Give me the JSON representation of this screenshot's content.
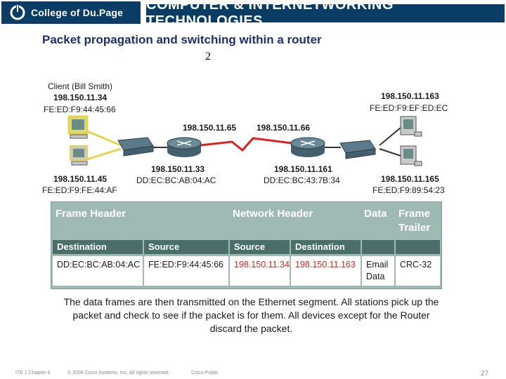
{
  "header": {
    "college_logo": "College of Du.Page",
    "program_banner": "COMPUTER & INTERNETWORKING TECHNOLOGIES"
  },
  "slide": {
    "title": "Packet propagation and switching within a router",
    "subtitle": "2"
  },
  "diagram": {
    "client_label": "Client (Bill Smith)",
    "client_ip": "198.150.11.34",
    "client_mac": "FE:ED:F9:44:45:66",
    "host2_ip": "198.150.11.45",
    "host2_mac": "FE:ED:F9:FE:44:AF",
    "router1_serial_ip": "198.150.11.65",
    "router2_serial_ip": "198.150.11.66",
    "router1_eth_ip": "198.150.11.33",
    "router1_eth_mac": "DD:EC:BC:AB:04:AC",
    "router2_eth_ip": "198.150.11.161",
    "router2_eth_mac": "DD:EC:BC:43:7B:34",
    "server1_ip": "198.150.11.163",
    "server1_mac": "FE:ED:F9:EF:ED:EC",
    "server2_ip": "198.150.11.165",
    "server2_mac": "FE:ED:F9:89:54:23"
  },
  "frame": {
    "groups": {
      "frame_header": "Frame Header",
      "network_header": "Network Header",
      "data": "Data",
      "frame_trailer_1": "Frame",
      "frame_trailer_2": "Trailer"
    },
    "columns": [
      "Destination",
      "Source",
      "Source",
      "Destination"
    ],
    "cells": {
      "dest_mac": "DD:EC:BC:AB:04:AC",
      "src_mac": "FE:ED:F9:44:45:66",
      "src_ip": "198.150.11.34",
      "dest_ip": "198.150.11.163",
      "data_1": "Email",
      "data_2": "Data",
      "trailer": "CRC-32"
    },
    "caption": "The data frames are then transmitted on the Ethernet segment. All stations pick up the packet and check to see if the packet is for them. All devices except for the Router discard the packet."
  },
  "footer": {
    "left": "ITE 1 Chapter 6",
    "center": "© 2006 Cisco Systems, Inc. All rights reserved.",
    "right": "Cisco Public",
    "page": "27"
  },
  "colors": {
    "banner_bg": "#0a3d66",
    "title": "#1d2f6e",
    "table_bg": "#9fb9b4",
    "column_header_bg": "#4a6f6a",
    "serial_link": "#e02020",
    "ip_red": "#cc2a1a"
  },
  "icons": [
    "college-logo-icon",
    "pc-icon",
    "switch-icon",
    "router-icon",
    "serial-link-icon"
  ]
}
